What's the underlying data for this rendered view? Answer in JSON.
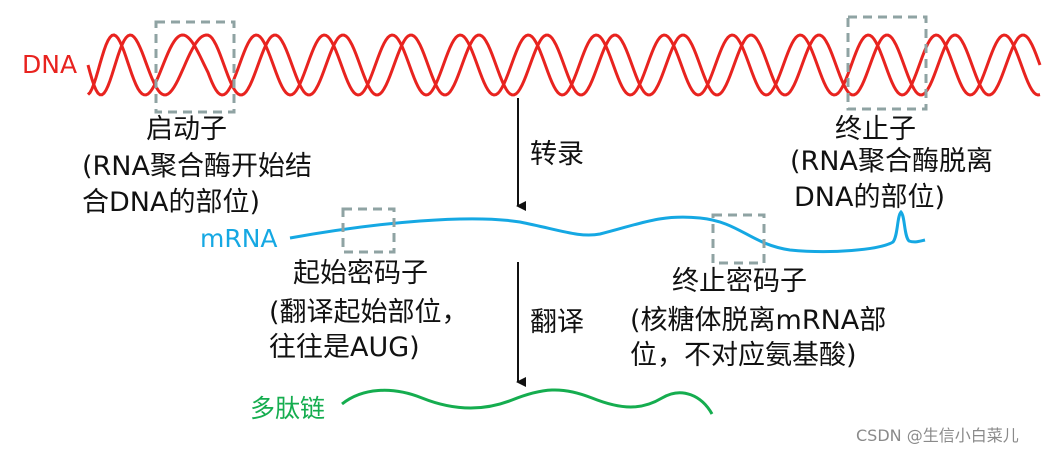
{
  "colors": {
    "dna": "#e8231f",
    "mrna": "#15a8e3",
    "polypeptide": "#15ad4f",
    "box": "#8fa3a3",
    "arrow": "#111111"
  },
  "strands": {
    "dna": "DNA",
    "mrna": "mRNA",
    "polypeptide": "多肽链"
  },
  "steps": {
    "transcription": "转录",
    "translation": "翻译"
  },
  "labels": {
    "promoter": [
      "启动子",
      "(RNA聚合酶开始结",
      "合DNA的部位)"
    ],
    "terminator": [
      "终止子",
      "(RNA聚合酶脱离",
      "DNA的部位)"
    ],
    "start_codon": [
      "起始密码子",
      "(翻译起始部位，",
      "往往是AUG)"
    ],
    "stop_codon": [
      "终止密码子",
      "(核糖体脱离mRNA部",
      "位，不对应氨基酸)"
    ]
  },
  "watermark": "CSDN @生信小白菜儿"
}
